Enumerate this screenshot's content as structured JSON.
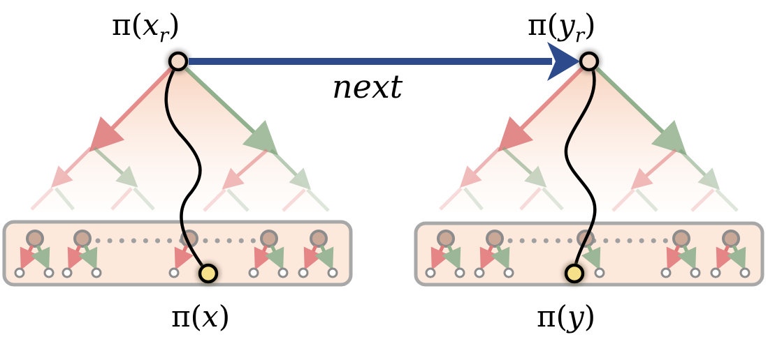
{
  "labels": {
    "root_left": {
      "pi": "π(",
      "var": "x",
      "sub": "r",
      "close": ")"
    },
    "root_right": {
      "pi": "π(",
      "var": "y",
      "sub": "r",
      "close": ")"
    },
    "leaf_left": {
      "pi": "π(",
      "var": "x",
      "close": ")"
    },
    "leaf_right": {
      "pi": "π(",
      "var": "y",
      "close": ")"
    },
    "edge": "next"
  },
  "colors": {
    "next_arrow": "#2c4a8c",
    "left_child_arrow": "#e07a7a",
    "right_child_arrow": "#8fb08a",
    "highlight_node": "#f7e08a",
    "root_node": "#f2d9c8",
    "inner_node": "#c9a898",
    "box_fill": "#fde8dc",
    "box_stroke": "#a8a8a8",
    "path": "#000000"
  }
}
